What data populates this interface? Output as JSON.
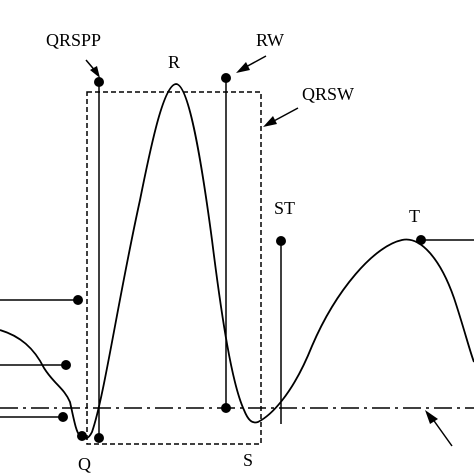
{
  "diagram": {
    "labels": {
      "qrspp": "QRSPP",
      "r": "R",
      "rw": "RW",
      "qrsw": "QRSW",
      "st": "ST",
      "t": "T",
      "q": "Q",
      "s": "S"
    },
    "colors": {
      "stroke": "#000000",
      "background": "#ffffff"
    }
  }
}
